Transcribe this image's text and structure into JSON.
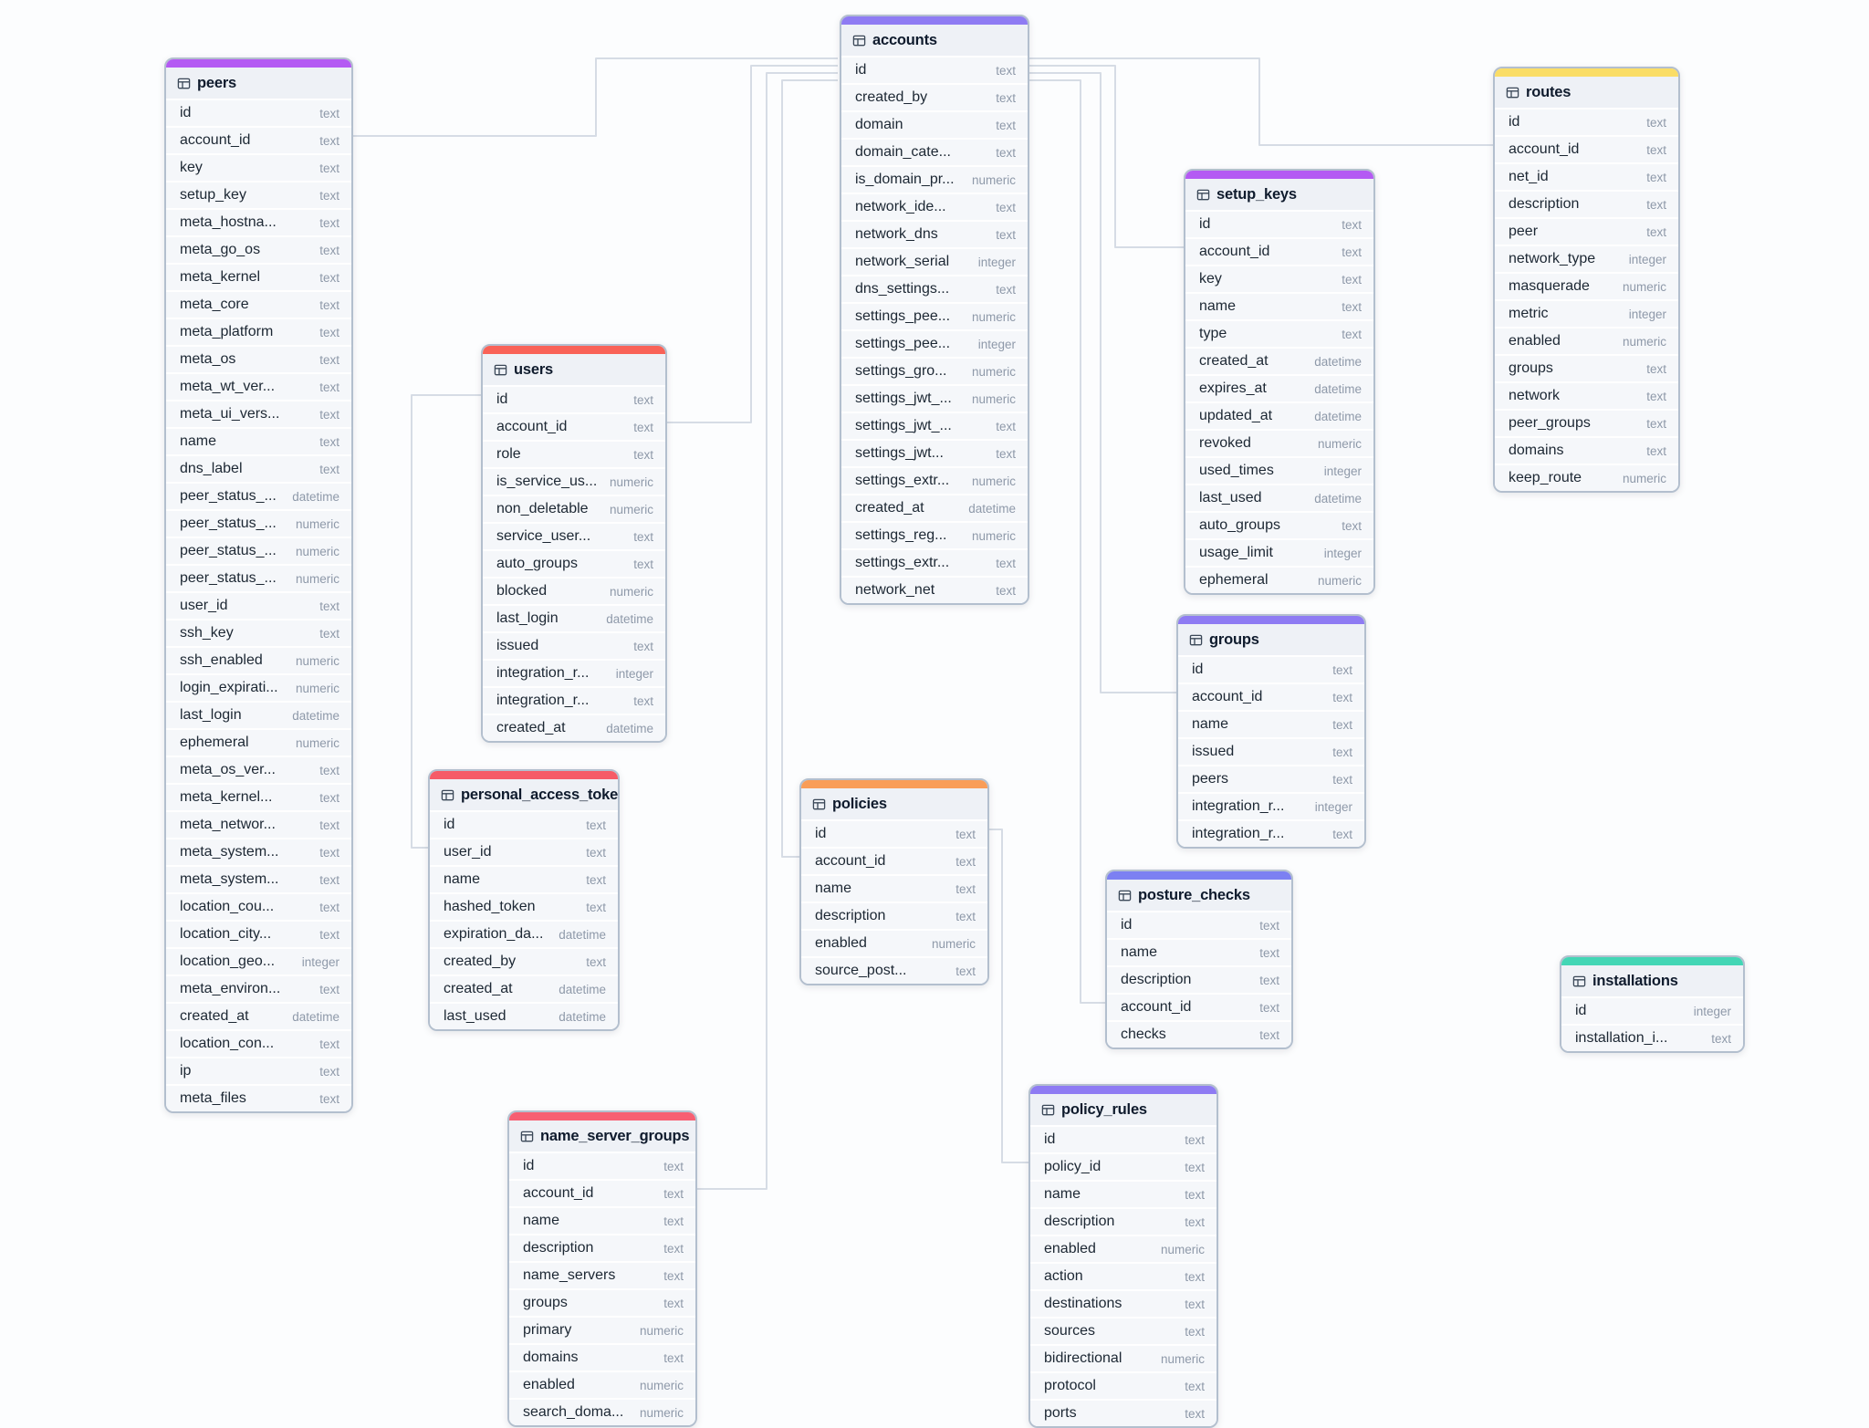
{
  "diagram": {
    "background_color": "#fcfdfe",
    "relationship_line_color": "#d6dce5",
    "type_labels_used": [
      "text",
      "numeric",
      "integer",
      "datetime"
    ]
  },
  "tables": [
    {
      "name": "peers",
      "accent_color": "#b45af3",
      "fields": [
        {
          "name": "id",
          "type": "text"
        },
        {
          "name": "account_id",
          "type": "text"
        },
        {
          "name": "key",
          "type": "text"
        },
        {
          "name": "setup_key",
          "type": "text"
        },
        {
          "name": "meta_hostna...",
          "type": "text"
        },
        {
          "name": "meta_go_os",
          "type": "text"
        },
        {
          "name": "meta_kernel",
          "type": "text"
        },
        {
          "name": "meta_core",
          "type": "text"
        },
        {
          "name": "meta_platform",
          "type": "text"
        },
        {
          "name": "meta_os",
          "type": "text"
        },
        {
          "name": "meta_wt_ver...",
          "type": "text"
        },
        {
          "name": "meta_ui_vers...",
          "type": "text"
        },
        {
          "name": "name",
          "type": "text"
        },
        {
          "name": "dns_label",
          "type": "text"
        },
        {
          "name": "peer_status_...",
          "type": "datetime"
        },
        {
          "name": "peer_status_...",
          "type": "numeric"
        },
        {
          "name": "peer_status_...",
          "type": "numeric"
        },
        {
          "name": "peer_status_...",
          "type": "numeric"
        },
        {
          "name": "user_id",
          "type": "text"
        },
        {
          "name": "ssh_key",
          "type": "text"
        },
        {
          "name": "ssh_enabled",
          "type": "numeric"
        },
        {
          "name": "login_expirati...",
          "type": "numeric"
        },
        {
          "name": "last_login",
          "type": "datetime"
        },
        {
          "name": "ephemeral",
          "type": "numeric"
        },
        {
          "name": "meta_os_ver...",
          "type": "text"
        },
        {
          "name": "meta_kernel...",
          "type": "text"
        },
        {
          "name": "meta_networ...",
          "type": "text"
        },
        {
          "name": "meta_system...",
          "type": "text"
        },
        {
          "name": "meta_system...",
          "type": "text"
        },
        {
          "name": "location_cou...",
          "type": "text"
        },
        {
          "name": "location_city...",
          "type": "text"
        },
        {
          "name": "location_geo...",
          "type": "integer"
        },
        {
          "name": "meta_environ...",
          "type": "text"
        },
        {
          "name": "created_at",
          "type": "datetime"
        },
        {
          "name": "location_con...",
          "type": "text"
        },
        {
          "name": "ip",
          "type": "text"
        },
        {
          "name": "meta_files",
          "type": "text"
        }
      ]
    },
    {
      "name": "users",
      "accent_color": "#f96257",
      "fields": [
        {
          "name": "id",
          "type": "text"
        },
        {
          "name": "account_id",
          "type": "text"
        },
        {
          "name": "role",
          "type": "text"
        },
        {
          "name": "is_service_us...",
          "type": "numeric"
        },
        {
          "name": "non_deletable",
          "type": "numeric"
        },
        {
          "name": "service_user...",
          "type": "text"
        },
        {
          "name": "auto_groups",
          "type": "text"
        },
        {
          "name": "blocked",
          "type": "numeric"
        },
        {
          "name": "last_login",
          "type": "datetime"
        },
        {
          "name": "issued",
          "type": "text"
        },
        {
          "name": "integration_r...",
          "type": "integer"
        },
        {
          "name": "integration_r...",
          "type": "text"
        },
        {
          "name": "created_at",
          "type": "datetime"
        }
      ]
    },
    {
      "name": "accounts",
      "accent_color": "#8e7bf3",
      "fields": [
        {
          "name": "id",
          "type": "text"
        },
        {
          "name": "created_by",
          "type": "text"
        },
        {
          "name": "domain",
          "type": "text"
        },
        {
          "name": "domain_cate...",
          "type": "text"
        },
        {
          "name": "is_domain_pr...",
          "type": "numeric"
        },
        {
          "name": "network_ide...",
          "type": "text"
        },
        {
          "name": "network_dns",
          "type": "text"
        },
        {
          "name": "network_serial",
          "type": "integer"
        },
        {
          "name": "dns_settings...",
          "type": "text"
        },
        {
          "name": "settings_pee...",
          "type": "numeric"
        },
        {
          "name": "settings_pee...",
          "type": "integer"
        },
        {
          "name": "settings_gro...",
          "type": "numeric"
        },
        {
          "name": "settings_jwt_...",
          "type": "numeric"
        },
        {
          "name": "settings_jwt_...",
          "type": "text"
        },
        {
          "name": "settings_jwt...",
          "type": "text"
        },
        {
          "name": "settings_extr...",
          "type": "numeric"
        },
        {
          "name": "created_at",
          "type": "datetime"
        },
        {
          "name": "settings_reg...",
          "type": "numeric"
        },
        {
          "name": "settings_extr...",
          "type": "text"
        },
        {
          "name": "network_net",
          "type": "text"
        }
      ]
    },
    {
      "name": "setup_keys",
      "accent_color": "#b45af3",
      "fields": [
        {
          "name": "id",
          "type": "text"
        },
        {
          "name": "account_id",
          "type": "text"
        },
        {
          "name": "key",
          "type": "text"
        },
        {
          "name": "name",
          "type": "text"
        },
        {
          "name": "type",
          "type": "text"
        },
        {
          "name": "created_at",
          "type": "datetime"
        },
        {
          "name": "expires_at",
          "type": "datetime"
        },
        {
          "name": "updated_at",
          "type": "datetime"
        },
        {
          "name": "revoked",
          "type": "numeric"
        },
        {
          "name": "used_times",
          "type": "integer"
        },
        {
          "name": "last_used",
          "type": "datetime"
        },
        {
          "name": "auto_groups",
          "type": "text"
        },
        {
          "name": "usage_limit",
          "type": "integer"
        },
        {
          "name": "ephemeral",
          "type": "numeric"
        }
      ]
    },
    {
      "name": "routes",
      "accent_color": "#fadd66",
      "fields": [
        {
          "name": "id",
          "type": "text"
        },
        {
          "name": "account_id",
          "type": "text"
        },
        {
          "name": "net_id",
          "type": "text"
        },
        {
          "name": "description",
          "type": "text"
        },
        {
          "name": "peer",
          "type": "text"
        },
        {
          "name": "network_type",
          "type": "integer"
        },
        {
          "name": "masquerade",
          "type": "numeric"
        },
        {
          "name": "metric",
          "type": "integer"
        },
        {
          "name": "enabled",
          "type": "numeric"
        },
        {
          "name": "groups",
          "type": "text"
        },
        {
          "name": "network",
          "type": "text"
        },
        {
          "name": "peer_groups",
          "type": "text"
        },
        {
          "name": "domains",
          "type": "text"
        },
        {
          "name": "keep_route",
          "type": "numeric"
        }
      ]
    },
    {
      "name": "groups",
      "accent_color": "#8e7bf3",
      "fields": [
        {
          "name": "id",
          "type": "text"
        },
        {
          "name": "account_id",
          "type": "text"
        },
        {
          "name": "name",
          "type": "text"
        },
        {
          "name": "issued",
          "type": "text"
        },
        {
          "name": "peers",
          "type": "text"
        },
        {
          "name": "integration_r...",
          "type": "integer"
        },
        {
          "name": "integration_r...",
          "type": "text"
        }
      ]
    },
    {
      "name": "policies",
      "accent_color": "#f99d58",
      "fields": [
        {
          "name": "id",
          "type": "text"
        },
        {
          "name": "account_id",
          "type": "text"
        },
        {
          "name": "name",
          "type": "text"
        },
        {
          "name": "description",
          "type": "text"
        },
        {
          "name": "enabled",
          "type": "numeric"
        },
        {
          "name": "source_post...",
          "type": "text"
        }
      ]
    },
    {
      "name": "posture_checks",
      "accent_color": "#7c80f2",
      "fields": [
        {
          "name": "id",
          "type": "text"
        },
        {
          "name": "name",
          "type": "text"
        },
        {
          "name": "description",
          "type": "text"
        },
        {
          "name": "account_id",
          "type": "text"
        },
        {
          "name": "checks",
          "type": "text"
        }
      ]
    },
    {
      "name": "policy_rules",
      "accent_color": "#8e7bf3",
      "fields": [
        {
          "name": "id",
          "type": "text"
        },
        {
          "name": "policy_id",
          "type": "text"
        },
        {
          "name": "name",
          "type": "text"
        },
        {
          "name": "description",
          "type": "text"
        },
        {
          "name": "enabled",
          "type": "numeric"
        },
        {
          "name": "action",
          "type": "text"
        },
        {
          "name": "destinations",
          "type": "text"
        },
        {
          "name": "sources",
          "type": "text"
        },
        {
          "name": "bidirectional",
          "type": "numeric"
        },
        {
          "name": "protocol",
          "type": "text"
        },
        {
          "name": "ports",
          "type": "text"
        }
      ]
    },
    {
      "name": "personal_access_tokens",
      "accent_color": "#f65b67",
      "fields": [
        {
          "name": "id",
          "type": "text"
        },
        {
          "name": "user_id",
          "type": "text"
        },
        {
          "name": "name",
          "type": "text"
        },
        {
          "name": "hashed_token",
          "type": "text"
        },
        {
          "name": "expiration_da...",
          "type": "datetime"
        },
        {
          "name": "created_by",
          "type": "text"
        },
        {
          "name": "created_at",
          "type": "datetime"
        },
        {
          "name": "last_used",
          "type": "datetime"
        }
      ]
    },
    {
      "name": "name_server_groups",
      "accent_color": "#f75f72",
      "fields": [
        {
          "name": "id",
          "type": "text"
        },
        {
          "name": "account_id",
          "type": "text"
        },
        {
          "name": "name",
          "type": "text"
        },
        {
          "name": "description",
          "type": "text"
        },
        {
          "name": "name_servers",
          "type": "text"
        },
        {
          "name": "groups",
          "type": "text"
        },
        {
          "name": "primary",
          "type": "numeric"
        },
        {
          "name": "domains",
          "type": "text"
        },
        {
          "name": "enabled",
          "type": "numeric"
        },
        {
          "name": "search_doma...",
          "type": "numeric"
        }
      ]
    },
    {
      "name": "installations",
      "accent_color": "#43d6b5",
      "fields": [
        {
          "name": "id",
          "type": "integer"
        },
        {
          "name": "installation_i...",
          "type": "text"
        }
      ]
    }
  ]
}
